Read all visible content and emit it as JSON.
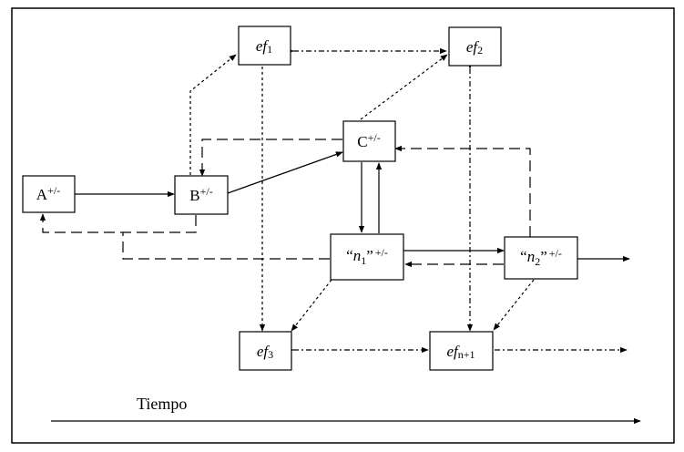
{
  "nodes": {
    "ef1": {
      "main": "ef",
      "sub": "1"
    },
    "ef2": {
      "main": "ef",
      "sub": "2"
    },
    "ef3": {
      "main": "ef",
      "sub": "3"
    },
    "efn1": {
      "main": "ef",
      "sub": "n+1"
    },
    "A": {
      "main": "A",
      "sup": "+/-"
    },
    "B": {
      "main": "B",
      "sup": "+/-"
    },
    "C": {
      "main": "C",
      "sup": "+/-"
    },
    "n1": {
      "open": "“",
      "main": "n",
      "sub": "1",
      "close": "”",
      "sup": "+/-"
    },
    "n2": {
      "open": "“",
      "main": "n",
      "sub": "2",
      "close": "”",
      "sup": "+/-"
    }
  },
  "axis": {
    "label": "Tiempo"
  }
}
